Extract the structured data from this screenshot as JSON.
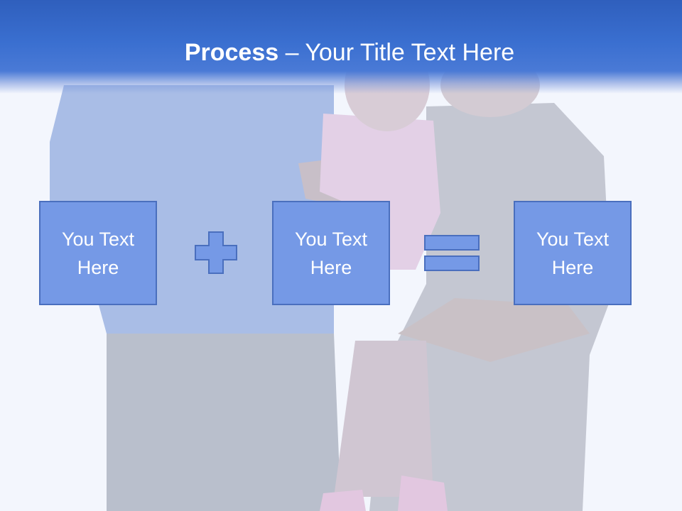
{
  "slide": {
    "title_bold": "Process",
    "title_rest": " – Your Title Text Here"
  },
  "boxes": [
    {
      "label": "You Text Here"
    },
    {
      "label": "You Text Here"
    },
    {
      "label": "You Text Here"
    }
  ],
  "colors": {
    "header": "#3a6fd0",
    "box_fill": "#7599e6",
    "box_border": "#4a6fbe"
  }
}
